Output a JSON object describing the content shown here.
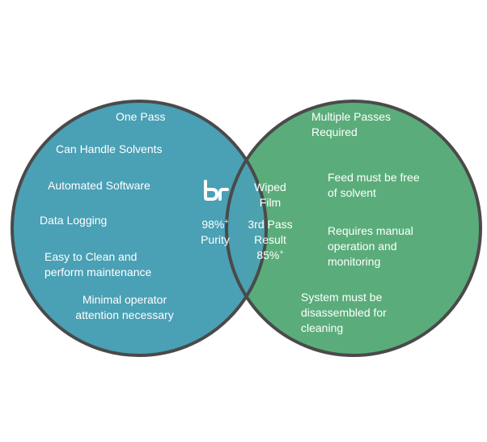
{
  "colors": {
    "left_circle": "#4aa0b5",
    "right_circle": "#5aad7a",
    "outline": "#4a4a4a",
    "text": "#ffffff"
  },
  "left": {
    "items": [
      "One Pass",
      "Can Handle Solvents",
      "Automated Software",
      "Data Logging",
      "Easy to Clean and\nperform maintenance",
      "Minimal operator\nattention necessary"
    ]
  },
  "right": {
    "items": [
      "Multiple Passes\nRequired",
      "Feed must be free\nof solvent",
      "Requires manual\noperation and\nmonitoring",
      "System must be\ndisassembled for\ncleaning"
    ]
  },
  "overlap": {
    "logo": "br",
    "left_title": "",
    "left_value": "98%",
    "left_value_sup": "+",
    "left_caption": "Purity",
    "right_title": "Wiped\nFilm",
    "right_caption": "3rd Pass\nResult",
    "right_value": "85%",
    "right_value_sup": "+"
  }
}
